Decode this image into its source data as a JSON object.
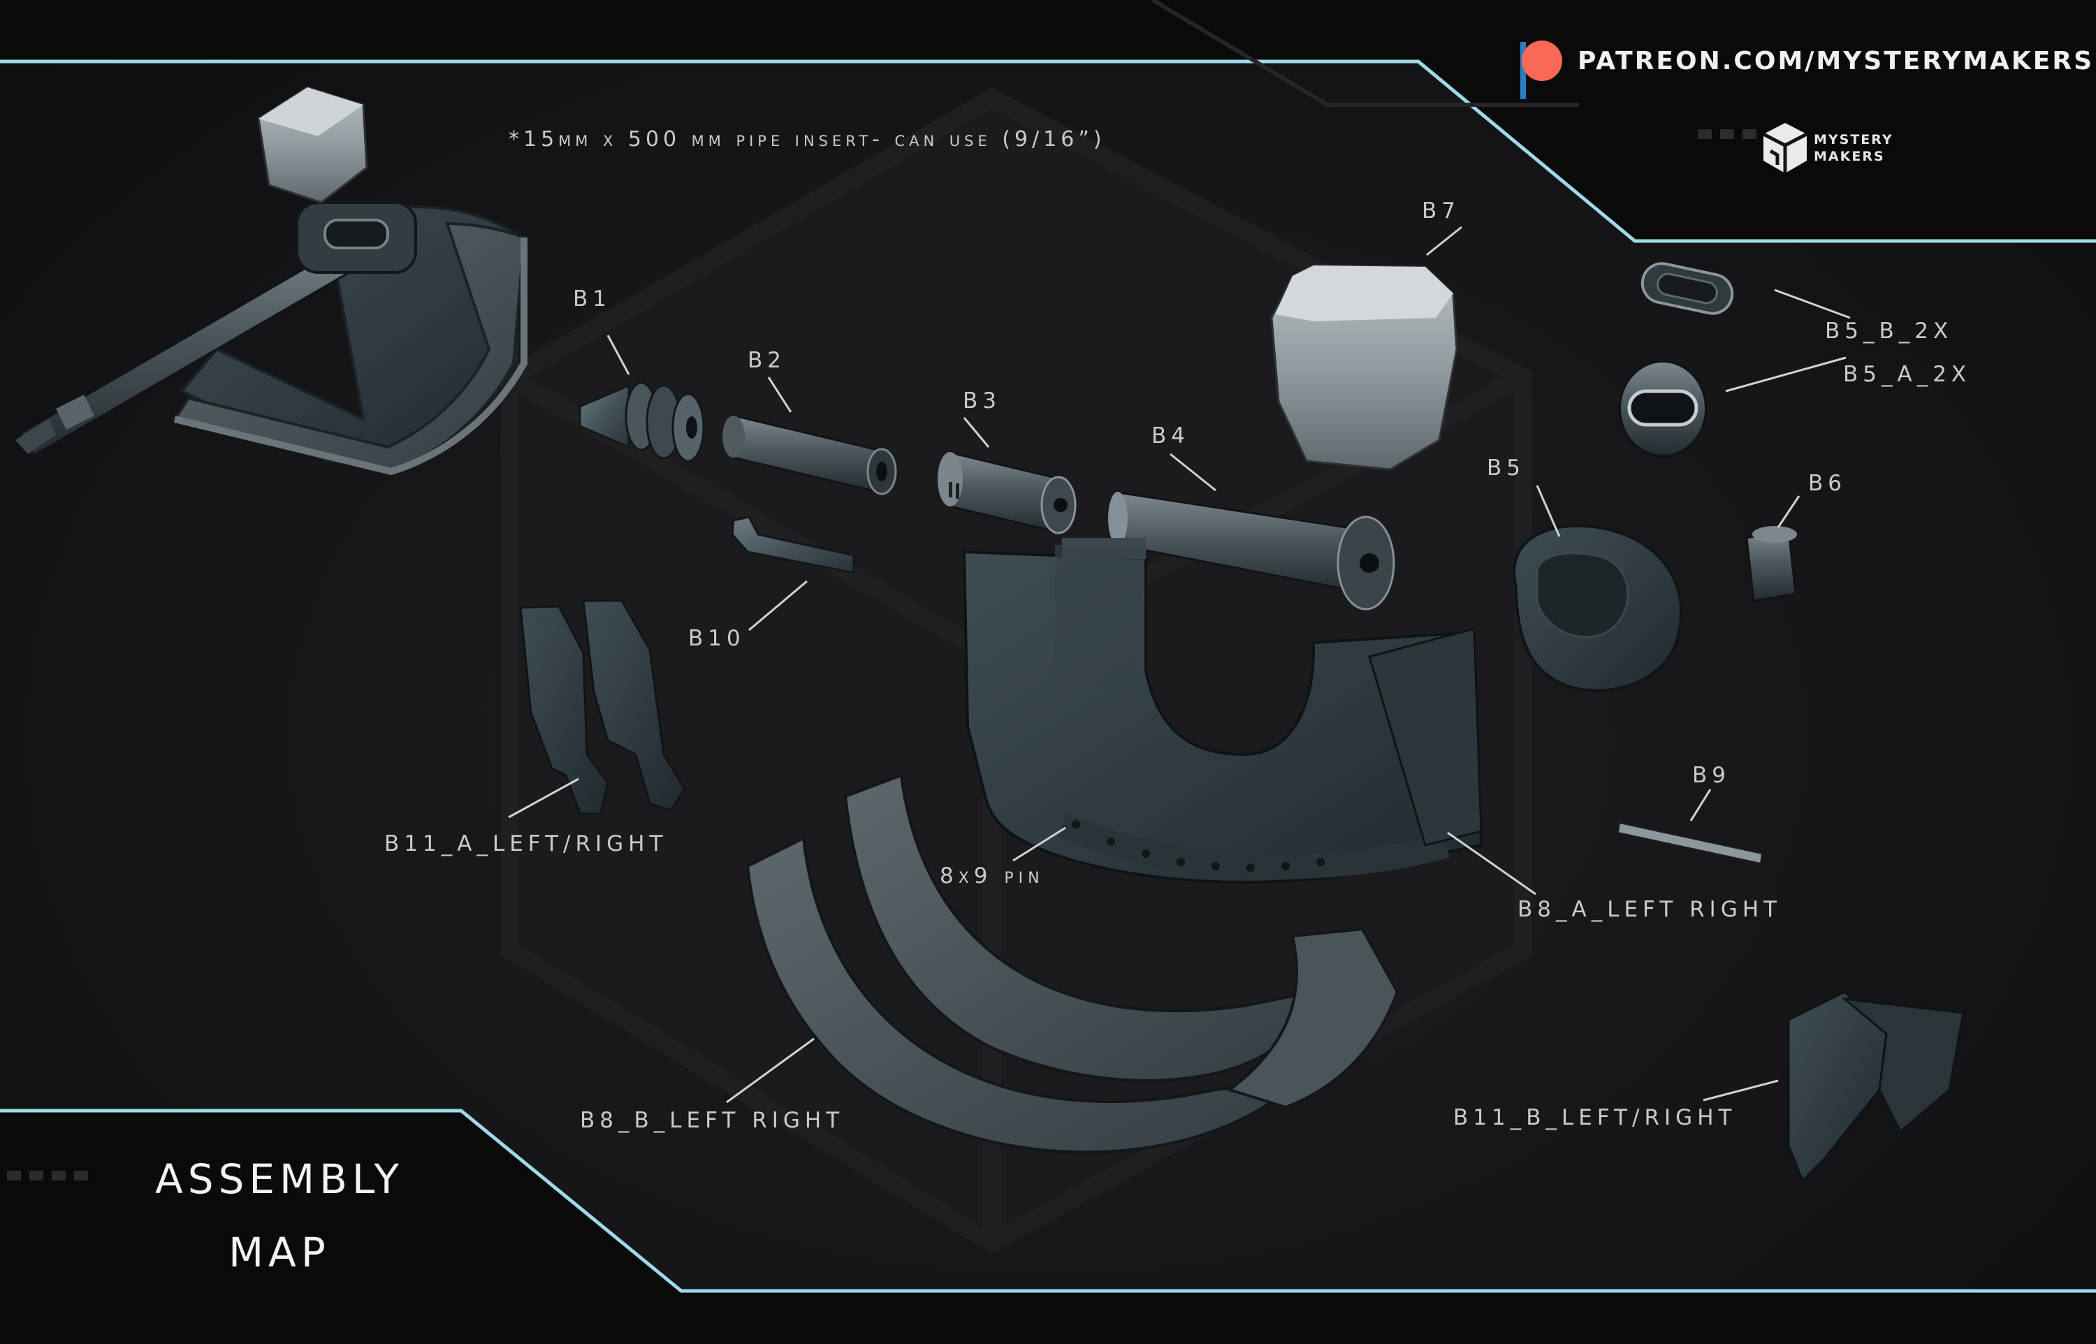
{
  "header": {
    "note": "*15mm x 500 mm pipe insert- can use (9/16”)",
    "patreon": "PATREON.COM/MYSTERYMAKERS",
    "brand_line1": "MYSTERY",
    "brand_line2": "MAKERS",
    "patreon_color": "#f96854",
    "accent_color": "#9fdbe6"
  },
  "title": {
    "line1": "ASSEMBLY",
    "line2": "MAP"
  },
  "parts": {
    "b1": "B1",
    "b2": "B2",
    "b3": "B3",
    "b4": "B4",
    "b5": "B5",
    "b5a": "B5_A_2X",
    "b5b": "B5_B_2X",
    "b6": "B6",
    "b7": "B7",
    "b8a": "B8_A_LEFT RIGHT",
    "b8b": "B8_B_LEFT RIGHT",
    "b9": "B9",
    "b10": "B10",
    "b11a": "B11_A_LEFT/RIGHT",
    "b11b": "B11_B_LEFT/RIGHT",
    "pin": "8x9 pin"
  }
}
